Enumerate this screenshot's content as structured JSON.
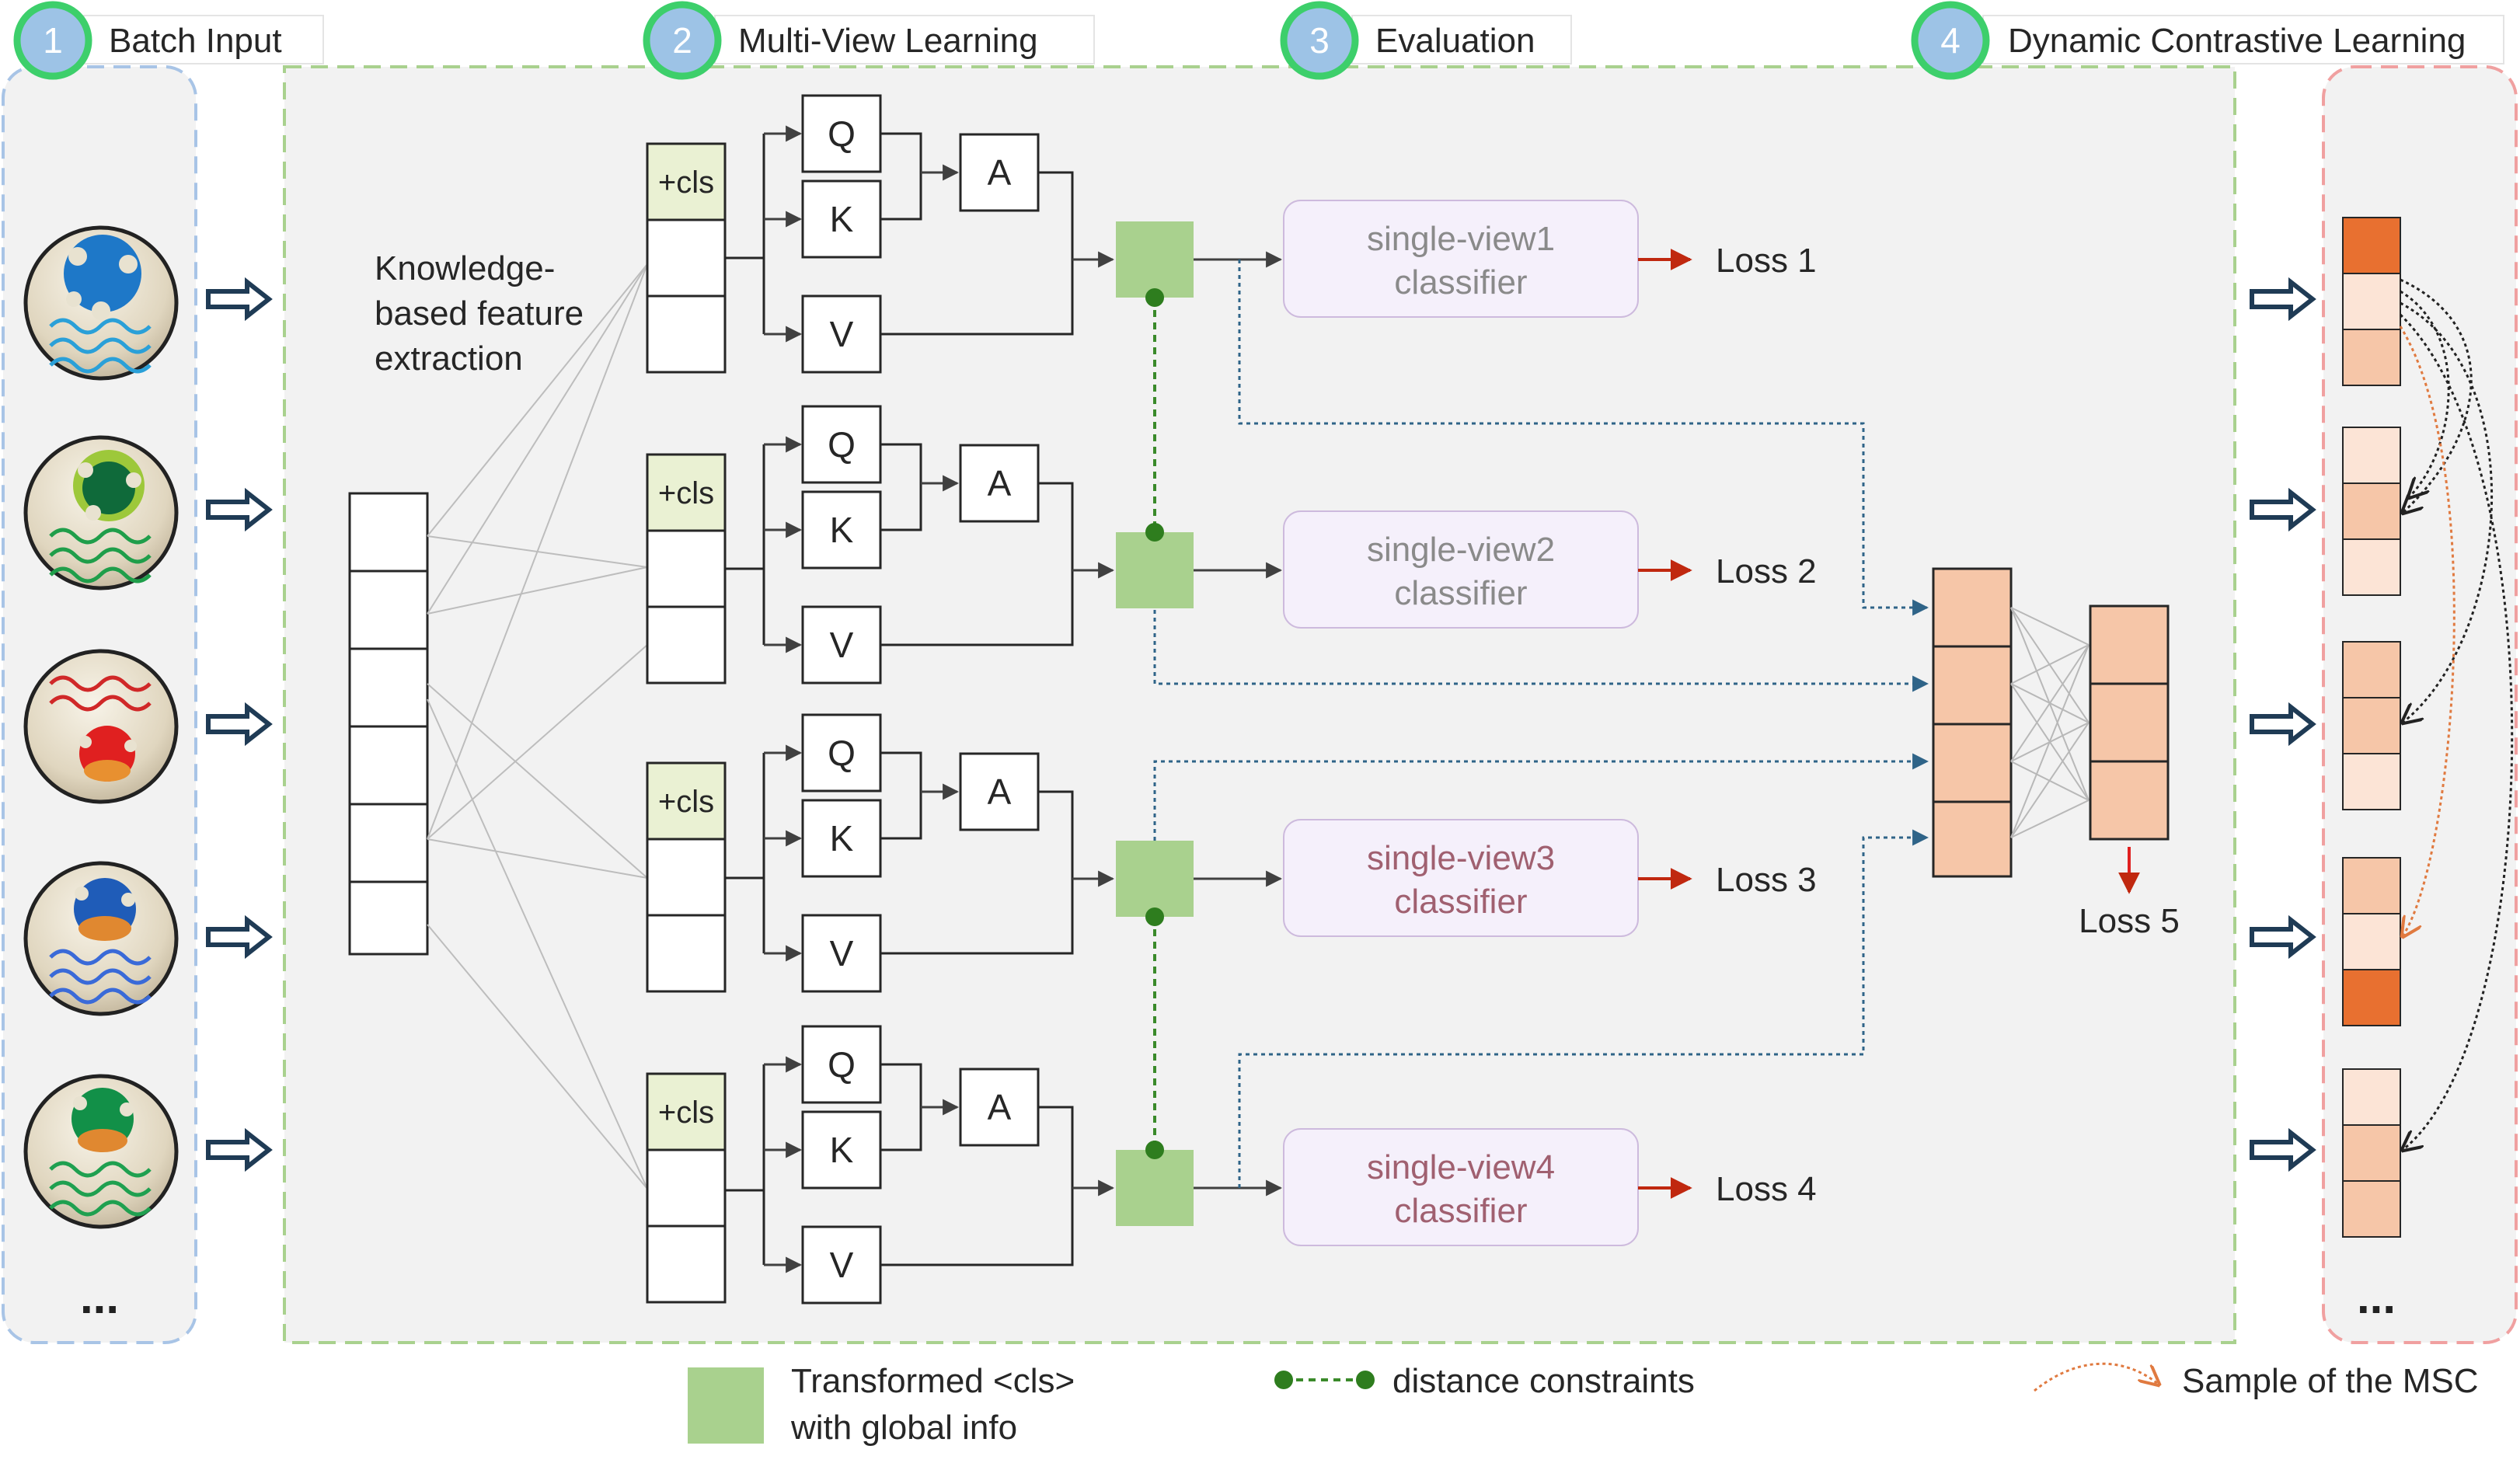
{
  "stages": [
    {
      "num": "1",
      "label": "Batch Input"
    },
    {
      "num": "2",
      "label": "Multi-View Learning"
    },
    {
      "num": "3",
      "label": "Evaluation"
    },
    {
      "num": "4",
      "label": "Dynamic Contrastive Learning"
    }
  ],
  "feature_extraction_label": [
    "Knowledge-",
    "based feature",
    "extraction"
  ],
  "cls_label": "+cls",
  "qkv": {
    "q": "Q",
    "k": "K",
    "v": "V",
    "a": "A"
  },
  "views": [
    {
      "classifier": [
        "single-view1",
        "classifier"
      ],
      "loss": "Loss 1"
    },
    {
      "classifier": [
        "single-view2",
        "classifier"
      ],
      "loss": "Loss 2"
    },
    {
      "classifier": [
        "single-view3",
        "classifier"
      ],
      "loss": "Loss 3"
    },
    {
      "classifier": [
        "single-view4",
        "classifier"
      ],
      "loss": "Loss 4"
    }
  ],
  "fusion_loss": "Loss 5",
  "ellipsis": "...",
  "legend": {
    "transformed": [
      "Transformed <cls>",
      "with global info"
    ],
    "distance": "distance constraints",
    "msc": "Sample of the MSC"
  },
  "colors": {
    "green_fill": "#a9d18e",
    "cls_fill": "#eaf1d3",
    "orange_dark": "#e87030",
    "orange_mid": "#f6c6a8",
    "orange_light": "#fce4d6",
    "classifier_fill": "#f5f0fb",
    "dashed_blue": "#a8c4e6",
    "dashed_green": "#a9d18e",
    "dashed_red": "#f0a0a0",
    "arrow_red": "#c0280f",
    "connector_blue": "#2f6488",
    "badge_blue": "#9dc3e6",
    "badge_ring": "#3dcf6b"
  },
  "icons": [
    "protein-ligand-icon-1",
    "protein-ligand-icon-2",
    "protein-ligand-icon-3",
    "protein-ligand-icon-4",
    "protein-ligand-icon-5"
  ]
}
